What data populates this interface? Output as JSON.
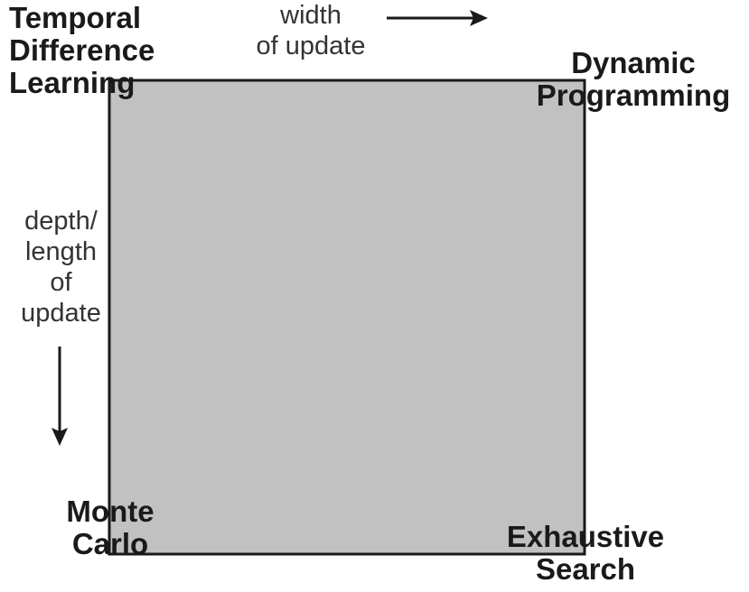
{
  "colors": {
    "square_fill": "#c1c1c1",
    "square_stroke": "#1a1a1a",
    "text": "#1a1a1a",
    "axis_text": "#333333"
  },
  "corners": {
    "top_left": [
      "Temporal",
      "Difference",
      "Learning"
    ],
    "top_right": [
      "Dynamic",
      "Programming"
    ],
    "bottom_left": [
      "Monte",
      "Carlo"
    ],
    "bottom_right": [
      "Exhaustive",
      "Search"
    ]
  },
  "axes": {
    "width": [
      "width",
      "of update"
    ],
    "depth": [
      "depth/",
      "length",
      "of",
      "update"
    ]
  }
}
